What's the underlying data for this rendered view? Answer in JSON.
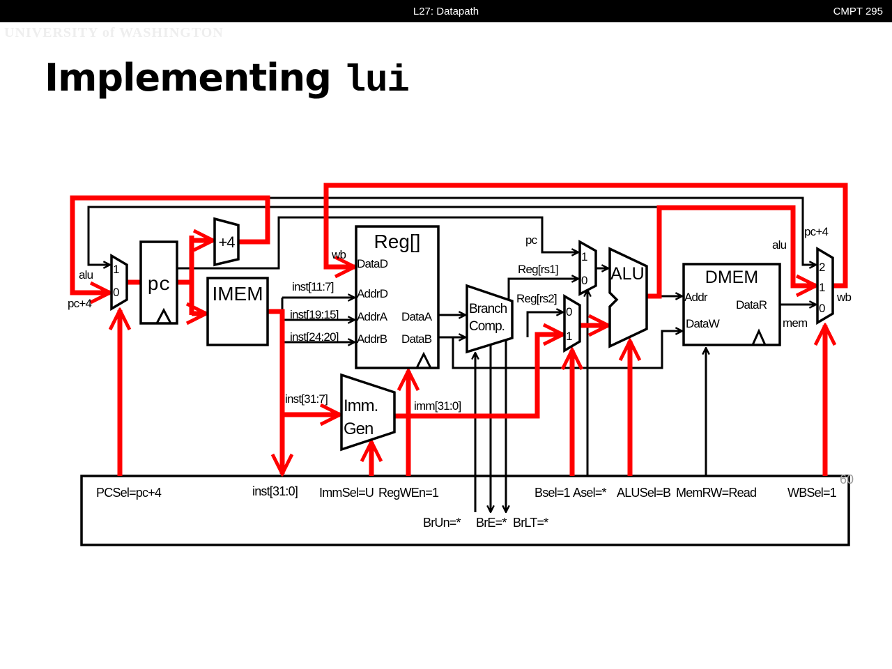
{
  "header": {
    "lecture": "L27: Datapath",
    "course": "CMPT 295"
  },
  "watermark": "UNIVERSITY of WASHINGTON",
  "title": {
    "text": "Implementing ",
    "code": "lui"
  },
  "diagram": {
    "blocks": {
      "pc": "pc",
      "plus4": "+4",
      "imem": "IMEM",
      "reg": "Reg[]",
      "imm_line1": "Imm.",
      "imm_line2": "Gen",
      "branch_line1": "Branch",
      "branch_line2": "Comp.",
      "alu": "ALU",
      "dmem": "DMEM"
    },
    "ports": {
      "datad": "DataD",
      "addrd": "AddrD",
      "addra": "AddrA",
      "addrb": "AddrB",
      "dataa": "DataA",
      "datab": "DataB",
      "addr": "Addr",
      "datar": "DataR",
      "dataw": "DataW"
    },
    "mux_inputs": {
      "pc_mux": [
        "1",
        "0"
      ],
      "a_mux": [
        "1",
        "0"
      ],
      "b_mux": [
        "0",
        "1"
      ],
      "wb_mux": [
        "2",
        "1",
        "0"
      ]
    },
    "wires": {
      "alu_left": "alu",
      "pc4_left": "pc+4",
      "wb_reg": "wb",
      "inst_11_7": "inst[11:7]",
      "inst_19_15": "inst[19:15]",
      "inst_24_20": "inst[24:20]",
      "inst_31_7": "inst[31:7]",
      "imm": "imm[31:0]",
      "pc": "pc",
      "rs1": "Reg[rs1]",
      "rs2": "Reg[rs2]",
      "alu_right": "alu",
      "pc4_right": "pc+4",
      "wb_right": "wb",
      "mem": "mem"
    },
    "controls": {
      "pcsel": "PCSel=pc+4",
      "inst": "inst[31:0]",
      "immsel": "ImmSel=U",
      "regwen": "RegWEn=1",
      "brun": "BrUn=*",
      "bre": "BrE=*",
      "brlt": "BrLT=*",
      "bsel": "Bsel=1",
      "asel": "Asel=*",
      "alusel": "ALUSel=B",
      "memrw": "MemRW=Read",
      "wbsel": "WBSel=1"
    },
    "slide_number": "60",
    "colors": {
      "active_path": "#ff0000",
      "inactive_path": "#000000"
    }
  }
}
